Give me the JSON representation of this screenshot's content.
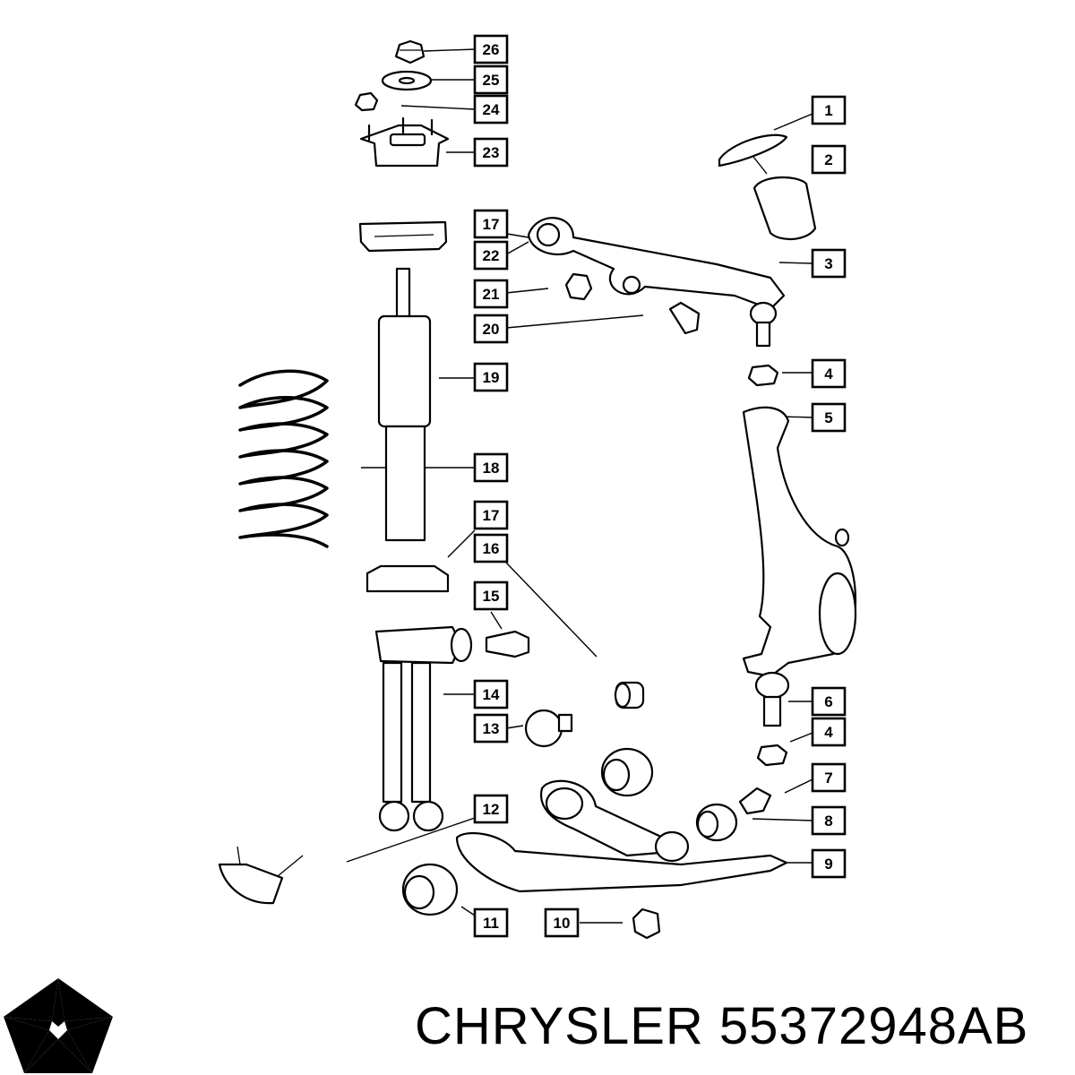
{
  "brand": {
    "caption": "CHRYSLER 55372948AB",
    "logo": "chrysler-pentastar-logo"
  },
  "callouts": [
    {
      "label": "26"
    },
    {
      "label": "25"
    },
    {
      "label": "24"
    },
    {
      "label": "23"
    },
    {
      "label": "17"
    },
    {
      "label": "22"
    },
    {
      "label": "21"
    },
    {
      "label": "20"
    },
    {
      "label": "19"
    },
    {
      "label": "18"
    },
    {
      "label": "17"
    },
    {
      "label": "16"
    },
    {
      "label": "15"
    },
    {
      "label": "14"
    },
    {
      "label": "13"
    },
    {
      "label": "12"
    },
    {
      "label": "11"
    },
    {
      "label": "10"
    },
    {
      "label": "1"
    },
    {
      "label": "2"
    },
    {
      "label": "3"
    },
    {
      "label": "4"
    },
    {
      "label": "5"
    },
    {
      "label": "6"
    },
    {
      "label": "4"
    },
    {
      "label": "7"
    },
    {
      "label": "8"
    },
    {
      "label": "9"
    }
  ]
}
